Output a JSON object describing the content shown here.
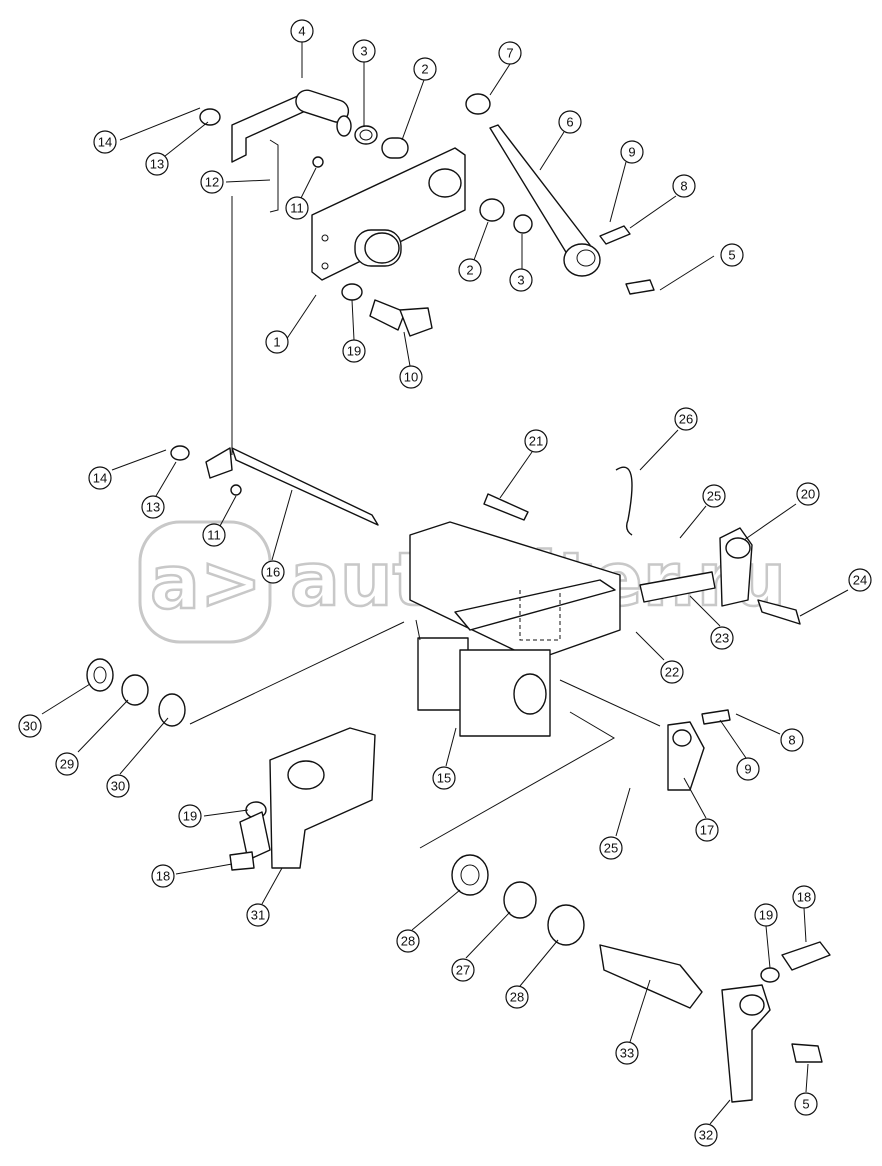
{
  "watermark": {
    "text": "autopiter.ru",
    "logo_glyph": "a>"
  },
  "callouts": {
    "c1": "1",
    "c2a": "2",
    "c2b": "2",
    "c3a": "3",
    "c3b": "3",
    "c4": "4",
    "c5a": "5",
    "c5b": "5",
    "c6": "6",
    "c7": "7",
    "c8a": "8",
    "c8b": "8",
    "c9a": "9",
    "c9b": "9",
    "c10": "10",
    "c11a": "11",
    "c11b": "11",
    "c12": "12",
    "c13a": "13",
    "c13b": "13",
    "c14a": "14",
    "c14b": "14",
    "c15": "15",
    "c16": "16",
    "c17": "17",
    "c18a": "18",
    "c18b": "18",
    "c19a": "19",
    "c19b": "19",
    "c19c": "19",
    "c20": "20",
    "c21": "21",
    "c22": "22",
    "c23": "23",
    "c24": "24",
    "c25a": "25",
    "c25b": "25",
    "c26": "26",
    "c27": "27",
    "c28a": "28",
    "c28b": "28",
    "c29": "29",
    "c30a": "30",
    "c30b": "30",
    "c31": "31",
    "c32": "32",
    "c33": "33"
  }
}
